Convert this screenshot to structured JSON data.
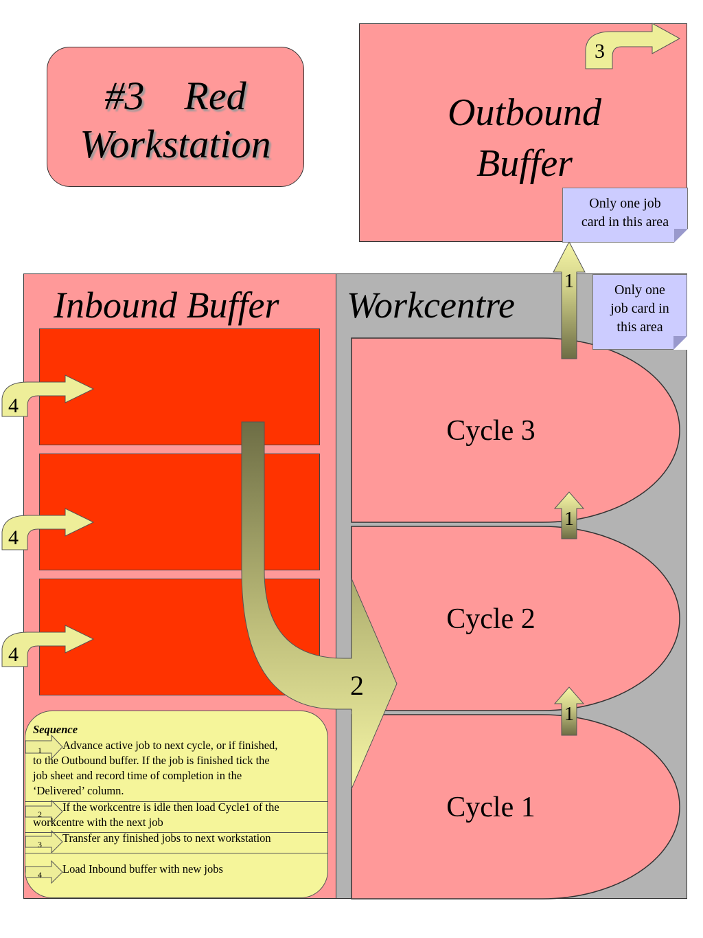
{
  "title": {
    "line1": "#3    Red",
    "line2": "Workstation"
  },
  "outbound": {
    "line1": "Outbound",
    "line2": "Buffer"
  },
  "notes": {
    "outbound_note": {
      "line1": "Only one job",
      "line2": "card in this area"
    },
    "workcentre_note": {
      "line1": "Only one",
      "line2": "job card in",
      "line3": "this area"
    }
  },
  "inbound": {
    "title": "Inbound Buffer"
  },
  "workcentre": {
    "title": "Workcentre"
  },
  "cycles": [
    "Cycle 3",
    "Cycle 2",
    "Cycle 1"
  ],
  "step_markers": {
    "outbound_exit": "3",
    "to_outbound": "1",
    "cycle2_to_3": "1",
    "cycle1_to_2": "1",
    "load_cycle": "2",
    "inbound_load": "4"
  },
  "sequence": {
    "heading": "Sequence",
    "steps": [
      {
        "num": "1",
        "line1": "Advance active job to next cycle, or if finished,",
        "line2": "to the Outbound buffer.  If the job is finished tick the",
        "line3": "job sheet and record time of completion in the",
        "line4": "‘Delivered’ column."
      },
      {
        "num": "2",
        "line1": "If the workcentre is idle then load Cycle1  of the",
        "line2": "workcentre with the next job"
      },
      {
        "num": "3",
        "line1": "Transfer any finished jobs to next workstation"
      },
      {
        "num": "4",
        "line1": "Load Inbound buffer with new jobs"
      }
    ]
  },
  "colors": {
    "buffer_fill": "#ff9999",
    "slot_fill": "#ff3300",
    "workcentre_fill": "#b3b3b3",
    "note_fill": "#ccccff",
    "sequence_fill": "#f5f59a",
    "arrow_fill": "#eeee99",
    "arrow_shaft": "#77774a"
  }
}
